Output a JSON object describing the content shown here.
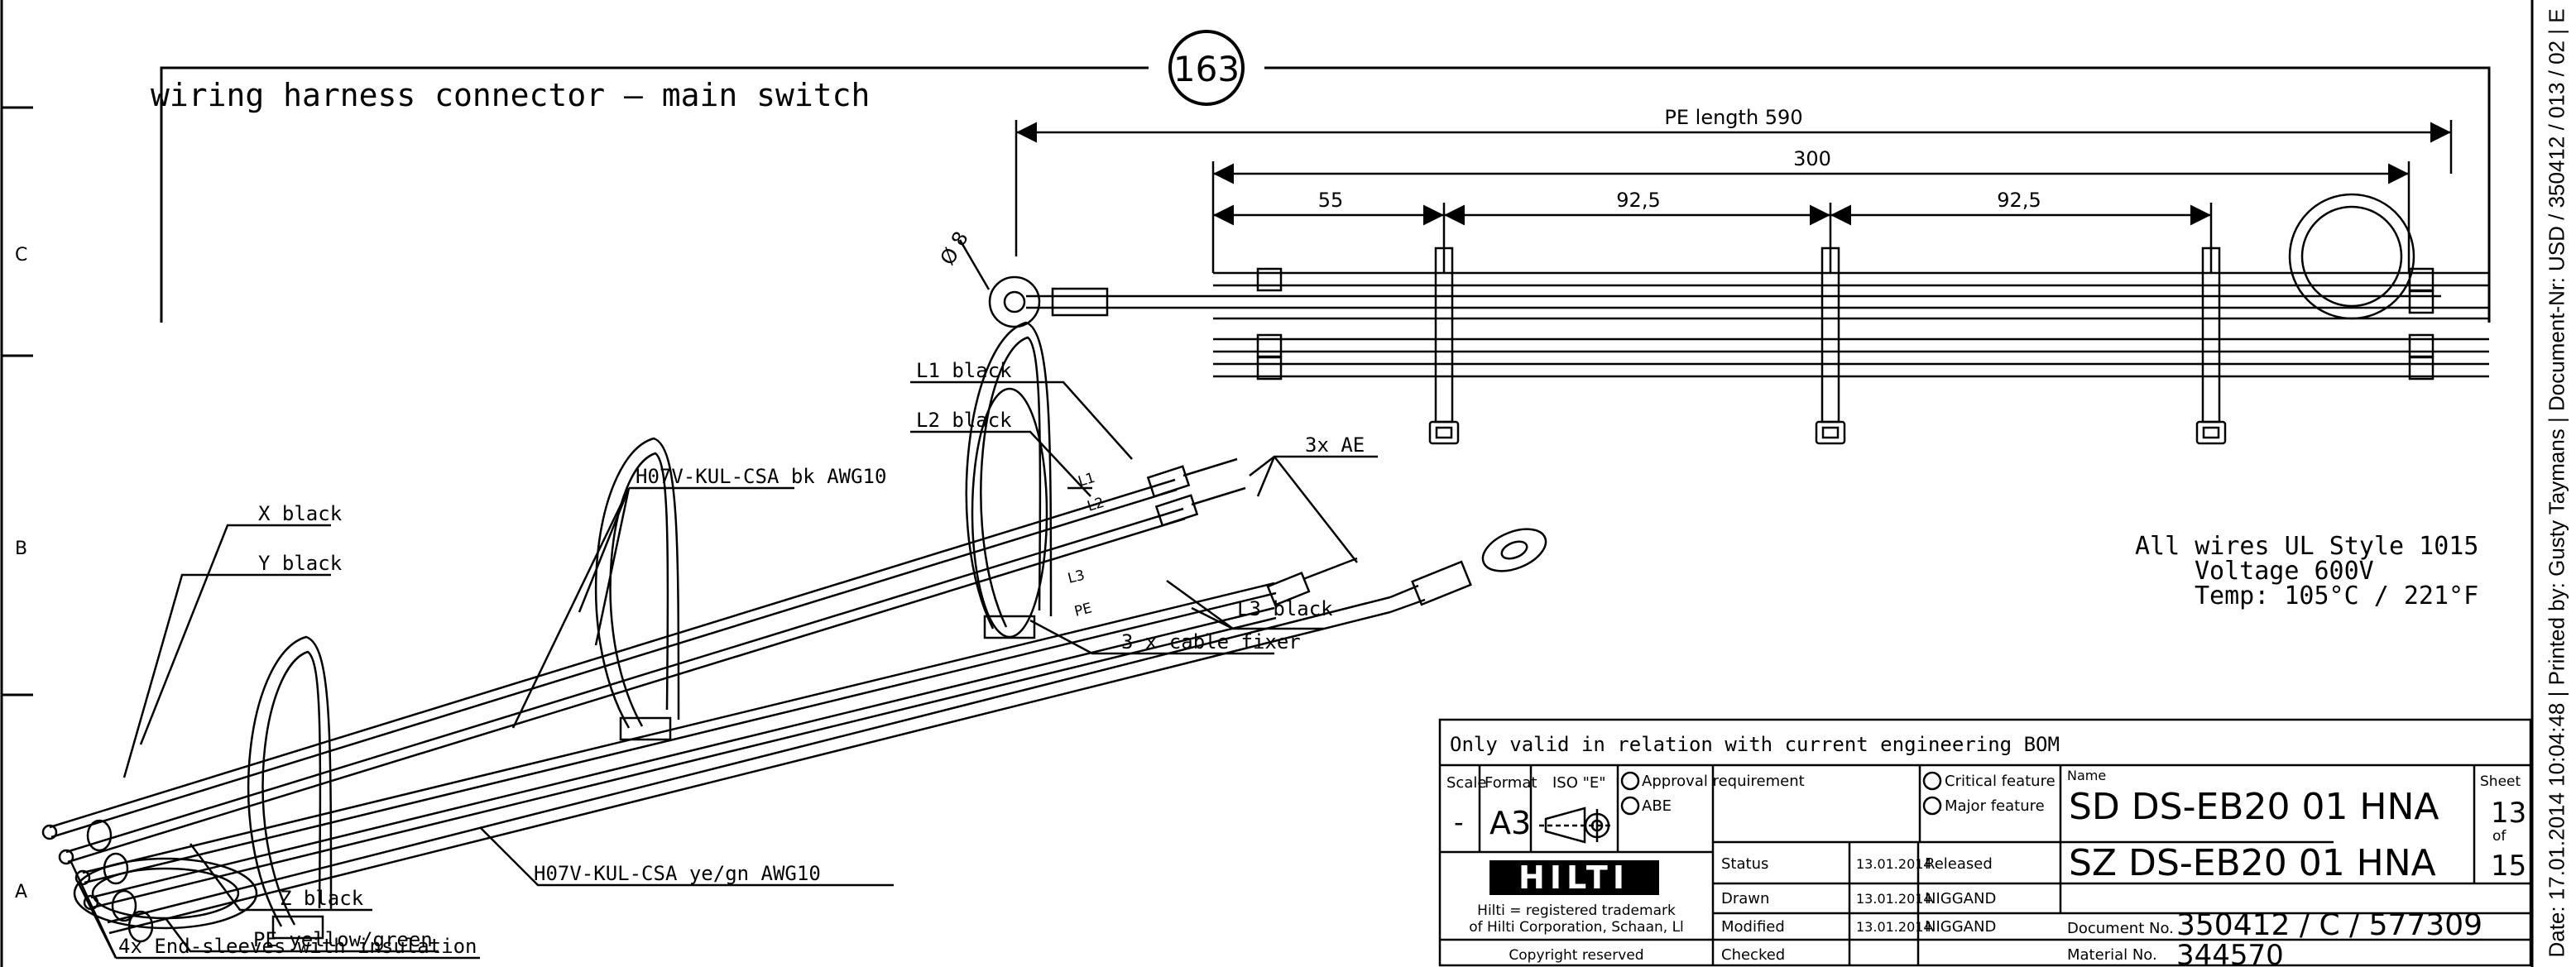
{
  "frame": {
    "row_labels": [
      "C",
      "B",
      "A"
    ]
  },
  "sheet_marker": "163",
  "title": "wiring harness connector – main switch",
  "dimensions": {
    "pe_length": "PE length 590",
    "total": "300",
    "seg1": "55",
    "seg2": "92,5",
    "seg3": "92,5",
    "diameter": "Ø 8"
  },
  "labels": {
    "l1": "L1 black",
    "l2": "L2 black",
    "ae": "3x AE",
    "h07_bk": "H07V-KUL-CSA bk AWG10",
    "x": "X black",
    "y": "Y black",
    "l3": "L3 black",
    "fixer": "3 x cable fixer",
    "h07_ye": "H07V-KUL-CSA ye/gn AWG10",
    "z": "Z black",
    "pe": "PE yellow/green",
    "sleeves": "4x End-sleeves with insulation",
    "wire_l1": "L1",
    "wire_l2": "L2",
    "wire_l3": "L3",
    "wire_pe": "PE"
  },
  "spec": {
    "line1": "All wires UL Style 1015",
    "line2": "Voltage 600V",
    "line3": "Temp: 105°C / 221°F"
  },
  "titleblock": {
    "note": "Only valid in relation with current engineering BOM",
    "scale_label": "Scale",
    "scale_value": "-",
    "format_label": "Format",
    "format_value": "A3",
    "iso_label": "ISO \"E\"",
    "approval": "Approval requirement",
    "abe": "ABE",
    "critical": "Critical feature",
    "major": "Major feature",
    "brand": "HILTI",
    "trademark1": "Hilti = registered trademark",
    "trademark2": "of Hilti Corporation, Schaan, Ll",
    "copyright": "Copyright reserved",
    "status_label": "Status",
    "status_date": "13.01.2014",
    "status_value": "Released",
    "drawn_label": "Drawn",
    "drawn_date": "13.01.2014",
    "drawn_value": "NIGGAND",
    "modified_label": "Modified",
    "modified_date": "13.01.2014",
    "modified_value": "NIGGAND",
    "checked_label": "Checked",
    "name_label": "Name",
    "name1": "SD DS-EB20 01 HNA",
    "name2": "SZ DS-EB20 01 HNA",
    "docno_label": "Document No.",
    "docno_value": "350412 / C / 577309",
    "matno_label": "Material No.",
    "matno_value": "344570",
    "sheet_label": "Sheet",
    "sheet_value": "13",
    "of_label": "of",
    "of_value": "15"
  },
  "side_note": "Date: 17.01.2014 10:04:48 | Printed by: Gusty Taymans | Document-Nr: USD / 350412 / 013 / 02 | E"
}
